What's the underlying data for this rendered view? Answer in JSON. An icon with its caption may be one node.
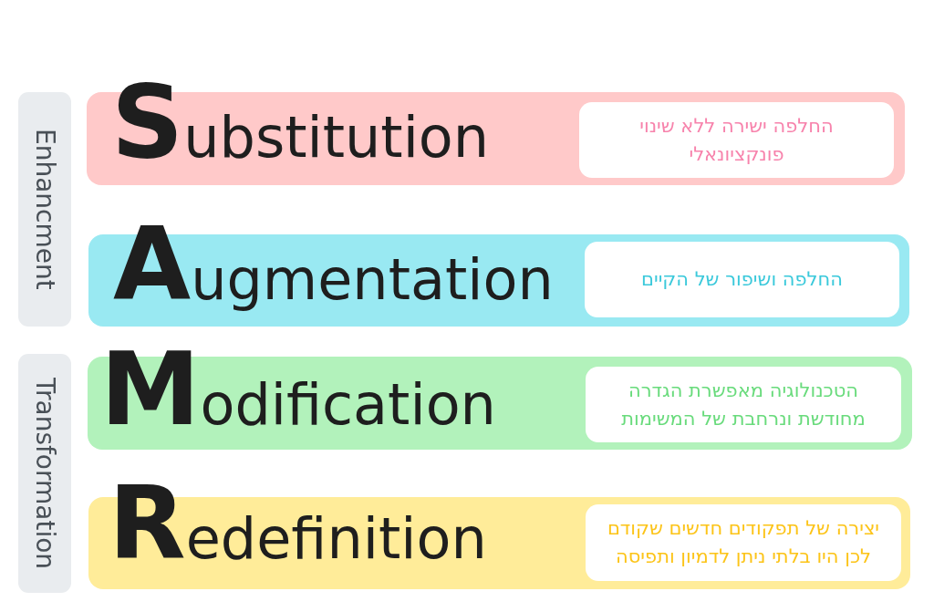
{
  "diagram": {
    "nodes": [
      {
        "text": [
          "Enhancment"
        ]
      },
      {
        "text": [
          "**S**ubstitution"
        ]
      },
      {
        "text": [
          "החלפה ישירה ללא שינוי פונקציונאלי"
        ],
        "in": 1
      },
      {
        "text": [
          "**A**ugmentation"
        ]
      },
      {
        "text": [
          "החלפה ושיפור של הקיים"
        ],
        "in": 3
      },
      {
        "text": [
          "Transformation"
        ]
      },
      {
        "text": [
          "**M**odification"
        ]
      },
      {
        "text": [
          "הטכנולוגיה מאפשרת הגדרה מחודשת ונרחבת של המשימות"
        ],
        "in": 6
      },
      {
        "text": [
          "**R**edefinition"
        ]
      },
      {
        "text": [
          "יצירה של תפקודים חדשים שקודם לכן היו בלתי ניתן לדמיון ותפיסה"
        ],
        "in": 8
      }
    ]
  }
}
